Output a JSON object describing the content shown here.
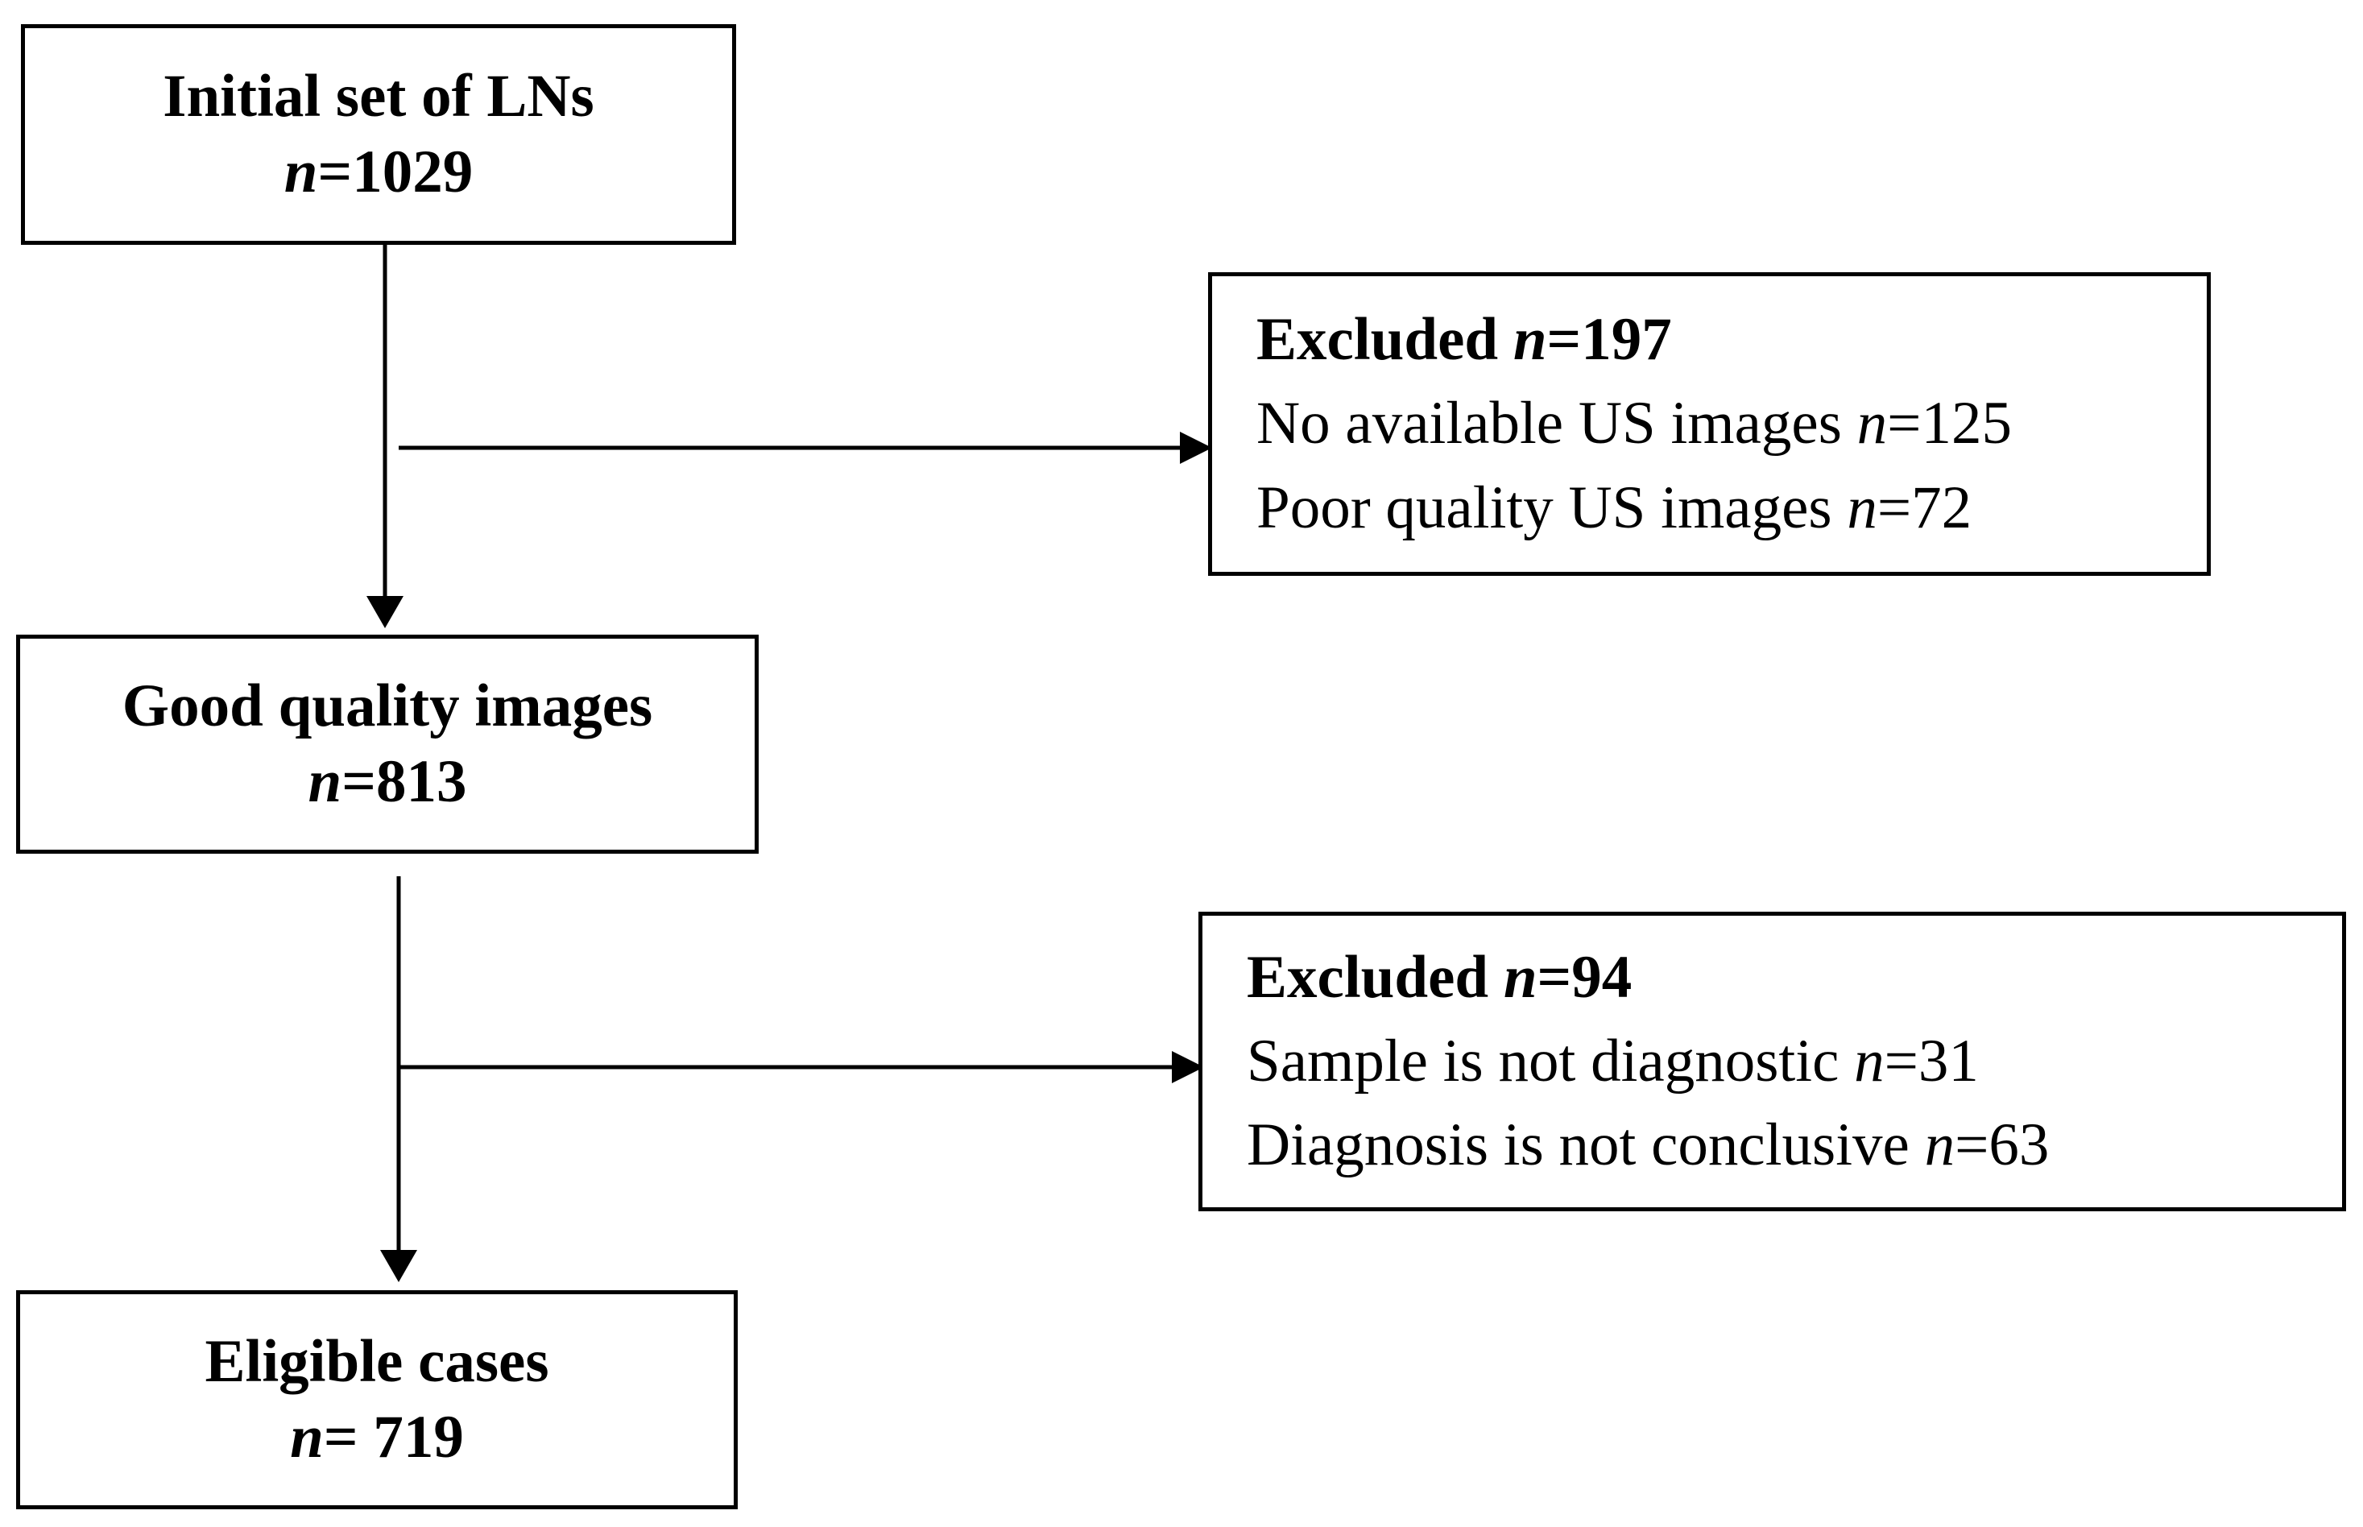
{
  "boxes": {
    "initial": {
      "title": "Initial set of LNs",
      "count_label": "n",
      "count_value": "=1029"
    },
    "good_quality": {
      "title": "Good quality images",
      "count_label": "n",
      "count_value": "=813"
    },
    "eligible": {
      "title": "Eligible cases",
      "count_label": "n",
      "count_value": "= 719"
    },
    "excluded_1": {
      "title": "Excluded ",
      "count_label": "n",
      "count_value": "=197",
      "reasons": [
        {
          "text": "No available US images ",
          "count_label": "n",
          "count_value": "=125"
        },
        {
          "text": "Poor quality US images ",
          "count_label": "n",
          "count_value": "=72"
        }
      ]
    },
    "excluded_2": {
      "title": "Excluded ",
      "count_label": "n",
      "count_value": "=94",
      "reasons": [
        {
          "text": "Sample is not diagnostic ",
          "count_label": "n",
          "count_value": "=31"
        },
        {
          "text": "Diagnosis is not conclusive ",
          "count_label": "n",
          "count_value": "=63"
        }
      ]
    }
  },
  "colors": {
    "stroke": "#000000",
    "background": "#ffffff"
  }
}
